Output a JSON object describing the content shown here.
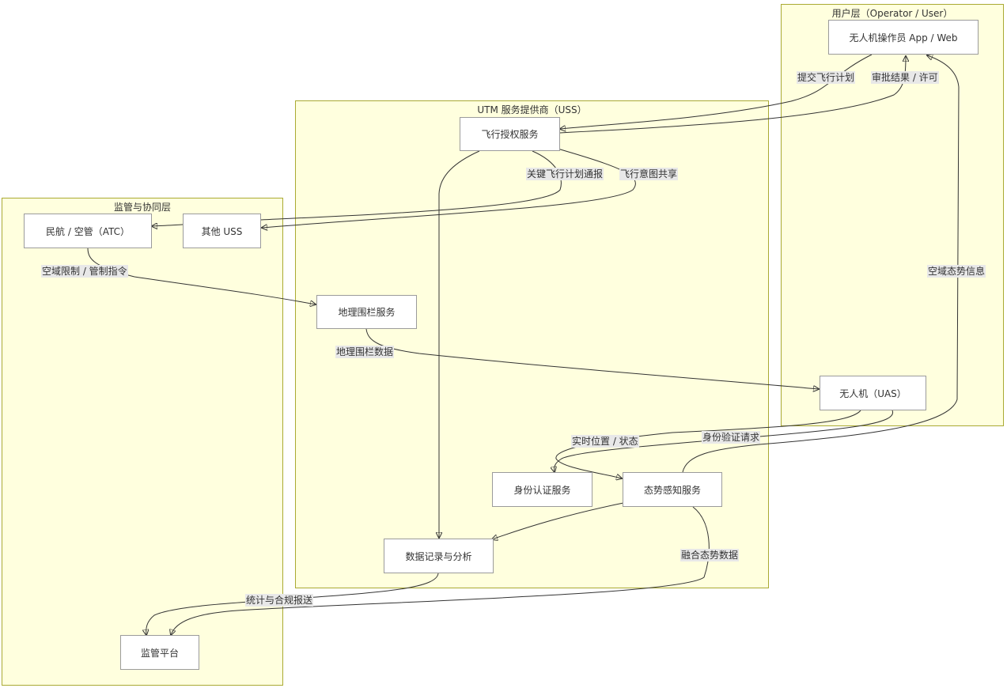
{
  "clusters": {
    "user_layer": "用户层（Operator / User）",
    "uss": "UTM 服务提供商（USS）",
    "regulatory": "监管与协同层"
  },
  "nodes": {
    "operator_app": "无人机操作员 App / Web",
    "uas": "无人机（UAS）",
    "flight_auth": "飞行授权服务",
    "geofence": "地理围栏服务",
    "identity": "身份认证服务",
    "situational": "态势感知服务",
    "data_record": "数据记录与分析",
    "atc": "民航 / 空管（ATC）",
    "other_uss": "其他 USS",
    "regulator": "监管平台"
  },
  "edges": {
    "submit_plan": "提交飞行计划",
    "approval": "审批结果 / 许可",
    "key_plan_report": "关键飞行计划通报",
    "intent_share": "飞行意图共享",
    "airspace_restrict": "空域限制 / 管制指令",
    "geofence_data": "地理围栏数据",
    "realtime_pos": "实时位置 / 状态",
    "id_request": "身份验证请求",
    "airspace_info": "空域态势信息",
    "fused_data": "融合态势数据",
    "stats_report": "统计与合规报送"
  }
}
